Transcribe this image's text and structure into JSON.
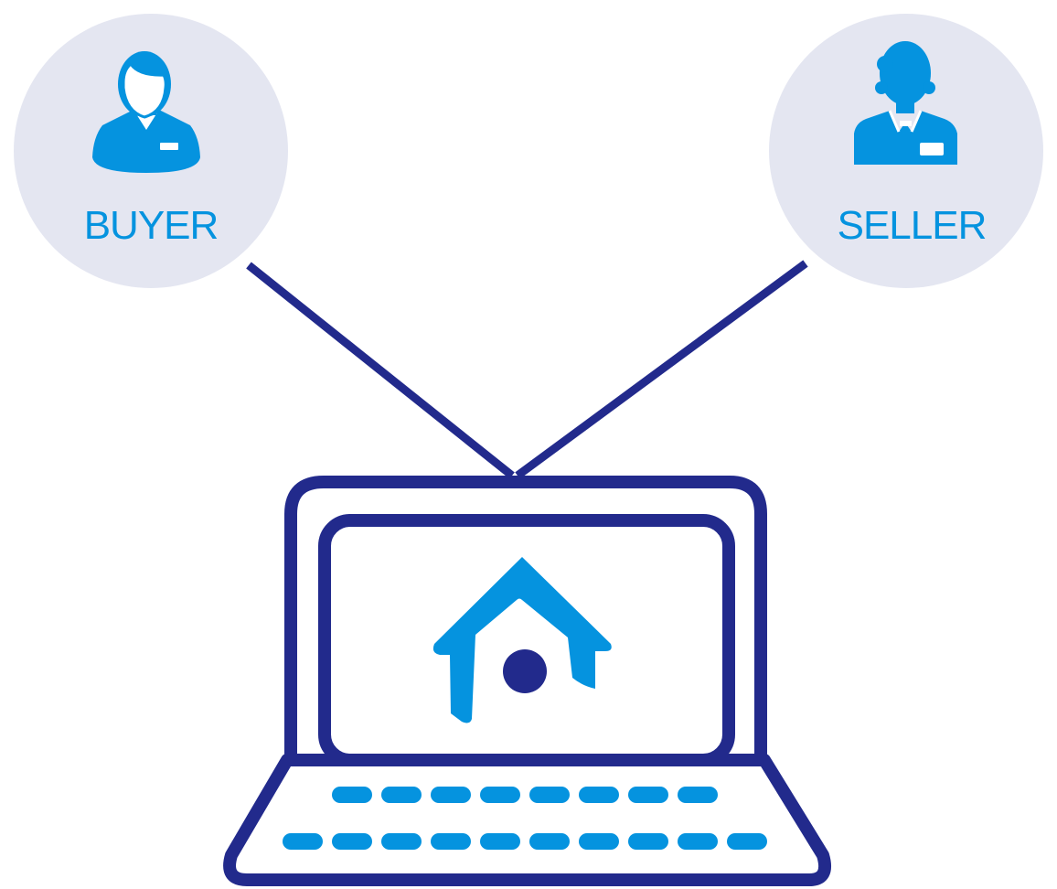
{
  "colors": {
    "circle_fill": "#e4e6f1",
    "accent_blue": "#0593df",
    "navy": "#222a8c",
    "background": "#ffffff"
  },
  "buyer": {
    "label": "BUYER",
    "icon": "buyer-person-icon"
  },
  "seller": {
    "label": "SELLER",
    "icon": "seller-person-icon"
  },
  "laptop": {
    "icon": "laptop-icon",
    "screen_icon": "house-icon",
    "keyboard_rows": [
      8,
      10
    ]
  }
}
